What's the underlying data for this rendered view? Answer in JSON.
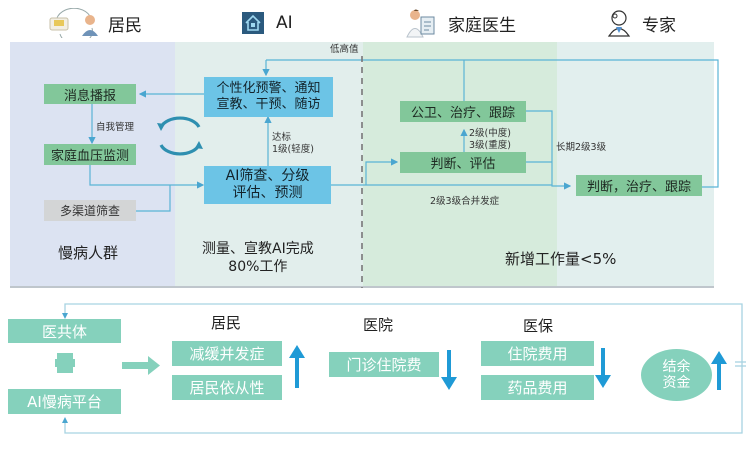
{
  "header": {
    "roles": [
      {
        "label": "居民",
        "icon": "bp-monitor-person-icon"
      },
      {
        "label": "AI",
        "icon": "smart-home-icon"
      },
      {
        "label": "家庭医生",
        "icon": "doctor-clipboard-icon"
      },
      {
        "label": "专家",
        "icon": "expert-doctor-icon"
      }
    ]
  },
  "top": {
    "resident": {
      "msg_broadcast": "消息播报",
      "self_manage": "自我管理",
      "bp_monitor": "家庭血压监测",
      "multi_screen": "多渠道筛查",
      "footer": "慢病人群"
    },
    "ai": {
      "alert_line1": "个性化预警、通知",
      "alert_line2": "宣教、干预、随访",
      "pass_line1": "达标",
      "pass_line2": "1级(轻度)",
      "screen_line1": "AI筛查、分级",
      "screen_line2": "评估、预测",
      "low_high": "低高值",
      "footer_line1": "测量、宣教AI完成",
      "footer_line2": "80%工作"
    },
    "doctor": {
      "treat": "公卫、治疗、跟踪",
      "grade_line1": "2级(中度)",
      "grade_line2": "3级(重度)",
      "judge": "判断、评估",
      "complication": "2级3级合并发症",
      "footer": "新增工作量<5%"
    },
    "expert": {
      "long_term": "长期2级3级",
      "judge_treat": "判断，治疗、跟踪"
    }
  },
  "bottom": {
    "medical_union": "医共体",
    "ai_platform": "AI慢病平台",
    "sections": {
      "resident": {
        "title": "居民",
        "items": [
          "减缓并发症",
          "居民依从性"
        ],
        "trend": "up"
      },
      "hospital": {
        "title": "医院",
        "items": [
          "门诊住院费"
        ],
        "trend": "down"
      },
      "insurance": {
        "title": "医保",
        "items": [
          "住院费用",
          "药品费用"
        ],
        "trend": "down"
      },
      "surplus": {
        "line1": "结余",
        "line2": "资金",
        "trend": "up"
      }
    }
  },
  "colors": {
    "green_box": "#82c79a",
    "blue_box": "#6cc4e6",
    "teal_box": "#85d1bc",
    "arrow_blue": "#1f9ad6",
    "line": "#5ab4d6"
  }
}
